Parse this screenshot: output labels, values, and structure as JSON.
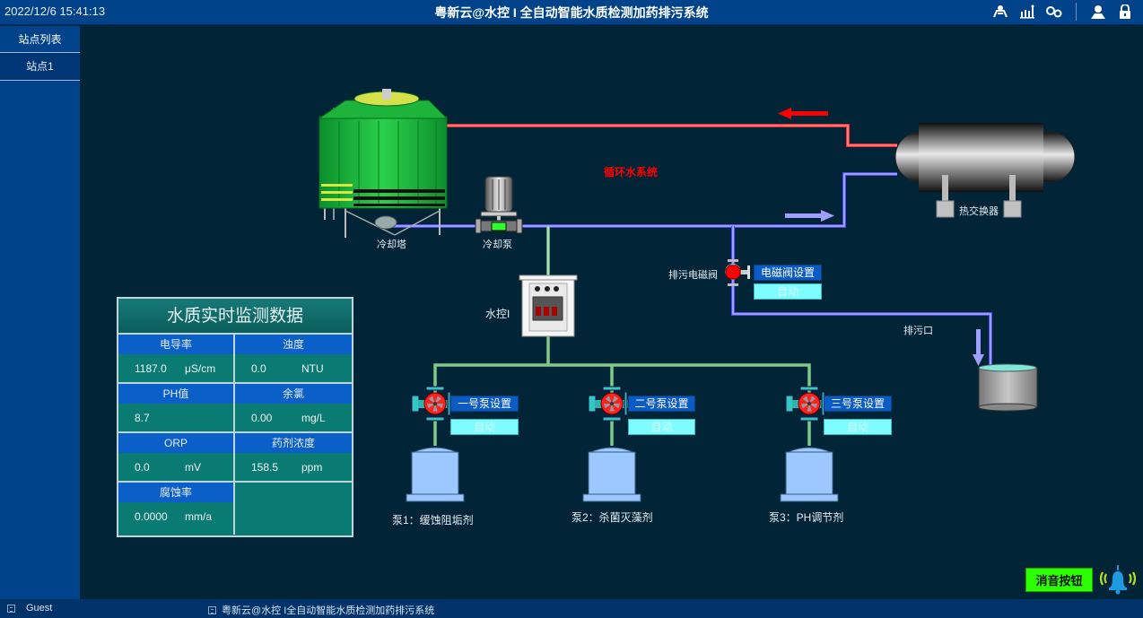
{
  "header": {
    "datetime": "2022/12/6  15:41:13",
    "title": "粤新云@水控  I  全自动智能水质检测加药排污系统",
    "icons": [
      "equipment-icon",
      "chart-icon",
      "settings-icon",
      "user-icon",
      "lock-icon"
    ]
  },
  "sidebar": {
    "heading": "站点列表",
    "items": [
      {
        "label": "站点1"
      }
    ]
  },
  "diagram": {
    "system_label": "循环水系统",
    "cooling_tower": "冷却塔",
    "cooling_pump": "冷却泵",
    "heat_exchanger": "热交换器",
    "controller": "水控I",
    "drain_valve": "排污电磁阀",
    "valve_setting_button": "电磁阀设置",
    "valve_mode": "自动",
    "drain_outlet": "排污口",
    "pumps": [
      {
        "setting_button": "一号泵设置",
        "mode": "自动",
        "name": "泵1：缓蚀阻垢剂"
      },
      {
        "setting_button": "二号泵设置",
        "mode": "自动",
        "name": "泵2：杀菌灭藻剂"
      },
      {
        "setting_button": "三号泵设置",
        "mode": "自动",
        "name": "泵3：PH调节剂"
      }
    ],
    "colors": {
      "hot_pipe": "#ff3333",
      "cold_pipe": "#6666ff",
      "dosing_pipe": "#9fe0a0",
      "valve_status": "#ff0000"
    }
  },
  "monitor": {
    "title": "水质实时监测数据",
    "cells": [
      {
        "label": "电导率",
        "value": "1187.0",
        "unit": "μS/cm"
      },
      {
        "label": "浊度",
        "value": "0.0",
        "unit": "NTU"
      },
      {
        "label": "PH值",
        "value": "8.7",
        "unit": ""
      },
      {
        "label": "余氯",
        "value": "0.00",
        "unit": "mg/L"
      },
      {
        "label": "ORP",
        "value": "0.0",
        "unit": "mV"
      },
      {
        "label": "药剂浓度",
        "value": "158.5",
        "unit": "ppm"
      },
      {
        "label": "腐蚀率",
        "value": "0.0000",
        "unit": "mm/a"
      },
      {
        "label": "",
        "value": "",
        "unit": ""
      }
    ]
  },
  "alarm": {
    "mute_button": "消音按钮"
  },
  "statusbar": {
    "user": "Guest",
    "app": "粤新云@水控 I全自动智能水质检测加药排污系统"
  }
}
